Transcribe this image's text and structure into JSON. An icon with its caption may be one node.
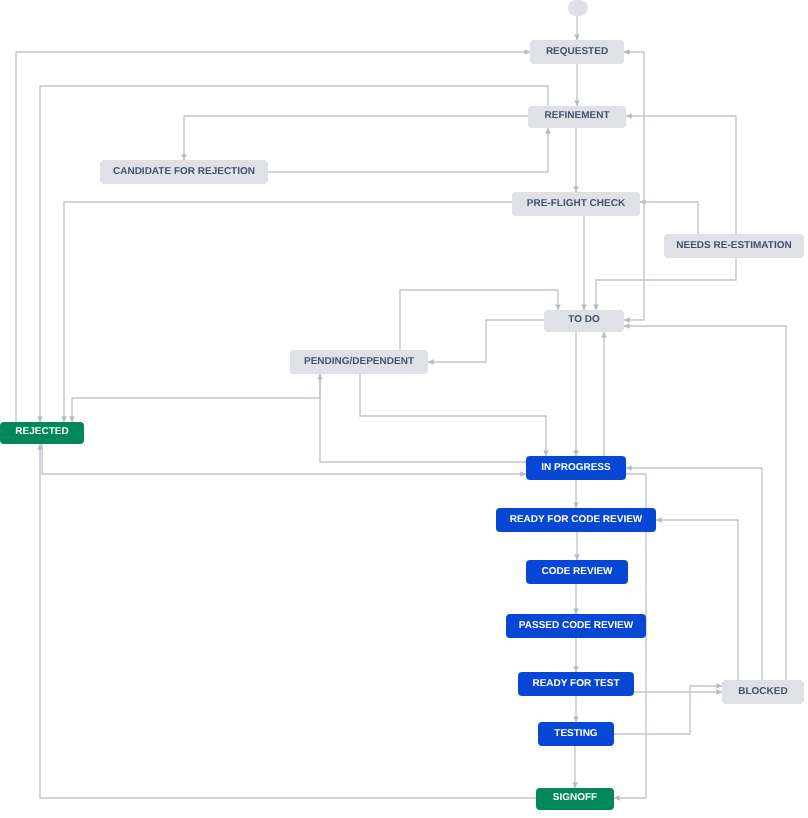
{
  "diagram": {
    "nodes": [
      {
        "text": [],
        "shape": "circle"
      },
      {
        "text": [
          "REQUESTED"
        ]
      },
      {
        "text": [
          "REFINEMENT"
        ]
      },
      {
        "text": [
          "CANDIDATE FOR REJECTION"
        ]
      },
      {
        "text": [
          "PRE-FLIGHT CHECK"
        ]
      },
      {
        "text": [
          "NEEDS RE-ESTIMATION"
        ]
      },
      {
        "text": [
          "TO DO"
        ]
      },
      {
        "text": [
          "PENDING/DEPENDENT"
        ]
      },
      {
        "text": [
          "REJECTED"
        ]
      },
      {
        "text": [
          "IN PROGRESS"
        ]
      },
      {
        "text": [
          "READY FOR CODE REVIEW"
        ]
      },
      {
        "text": [
          "CODE REVIEW"
        ]
      },
      {
        "text": [
          "PASSED CODE REVIEW"
        ]
      },
      {
        "text": [
          "READY FOR TEST"
        ]
      },
      {
        "text": [
          "TESTING"
        ]
      },
      {
        "text": [
          "SIGNOFF"
        ]
      },
      {
        "text": [
          "BLOCKED"
        ]
      }
    ],
    "edges": [
      {
        "from": 0,
        "to": 1,
        "arrow": "to"
      },
      {
        "from": 1,
        "to": 2,
        "arrow": "to"
      },
      {
        "from": 2,
        "to": 4,
        "arrow": "to"
      },
      {
        "from": 4,
        "to": 6,
        "arrow": "to"
      },
      {
        "from": 6,
        "to": 9,
        "arrow": "to"
      },
      {
        "from": 9,
        "to": 10,
        "arrow": "to"
      },
      {
        "from": 10,
        "to": 11,
        "arrow": "to"
      },
      {
        "from": 11,
        "to": 12,
        "arrow": "to"
      },
      {
        "from": 12,
        "to": 13,
        "arrow": "to"
      },
      {
        "from": 13,
        "to": 14,
        "arrow": "to"
      },
      {
        "from": 14,
        "to": 15,
        "arrow": "to"
      },
      {
        "from": 2,
        "to": 3,
        "arrow": "to"
      },
      {
        "from": 3,
        "to": 2,
        "arrow": "to"
      },
      {
        "from": 8,
        "to": 1,
        "arrow": "to"
      },
      {
        "from": 2,
        "to": 8,
        "arrow": "to"
      },
      {
        "from": 4,
        "to": 8,
        "arrow": "to"
      },
      {
        "from": 6,
        "to": 7,
        "arrow": "to"
      },
      {
        "from": 7,
        "to": 6,
        "arrow": "to"
      },
      {
        "from": 7,
        "to": 8,
        "arrow": "to"
      },
      {
        "from": 7,
        "to": 9,
        "arrow": "to"
      },
      {
        "from": 9,
        "to": 7,
        "arrow": "to"
      },
      {
        "from": 8,
        "to": 9,
        "arrow": "to"
      },
      {
        "from": 5,
        "to": 2,
        "arrow": "to"
      },
      {
        "from": 5,
        "to": 4,
        "arrow": "to"
      },
      {
        "from": 5,
        "to": 6,
        "arrow": "to"
      },
      {
        "from": 6,
        "to": 1,
        "arrow": "both"
      },
      {
        "from": 9,
        "to": 6,
        "arrow": "to"
      },
      {
        "from": 16,
        "to": 6,
        "arrow": "to"
      },
      {
        "from": 16,
        "to": 9,
        "arrow": "to"
      },
      {
        "from": 16,
        "to": 10,
        "arrow": "to"
      },
      {
        "from": 13,
        "to": 16,
        "arrow": "to"
      },
      {
        "from": 14,
        "to": 16,
        "arrow": "to"
      },
      {
        "from": 15,
        "to": 8,
        "arrow": "to"
      },
      {
        "from": 9,
        "to": 15,
        "arrow": "to"
      }
    ]
  }
}
